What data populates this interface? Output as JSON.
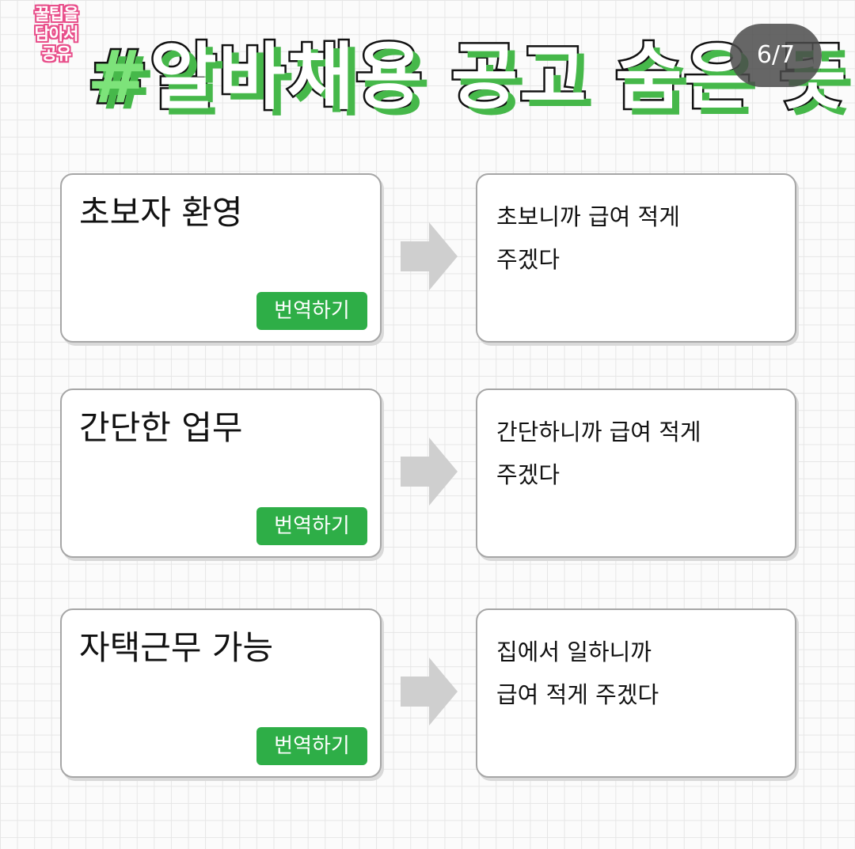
{
  "logo": {
    "line1": "꿀팁을",
    "line2": "담아서",
    "line3": "공유"
  },
  "header": {
    "hash": "#",
    "title": "알바채용 공고 숨은 뜻"
  },
  "page_indicator": "6/7",
  "button_label": "번역하기",
  "colors": {
    "accent_green": "#2eae47",
    "title_shadow_green": "#46b84a",
    "logo_pink": "#e84e8a",
    "arrow_gray": "#cfcfcf"
  },
  "icons": {
    "arrow": "arrow-right-icon"
  },
  "items": [
    {
      "phrase": "초보자 환영",
      "meaning_lines": [
        "초보니까 급여 적게",
        "주겠다"
      ]
    },
    {
      "phrase": "간단한 업무",
      "meaning_lines": [
        "간단하니까 급여 적게",
        "주겠다"
      ]
    },
    {
      "phrase": "자택근무 가능",
      "meaning_lines": [
        "집에서 일하니까",
        "급여 적게 주겠다"
      ]
    }
  ]
}
